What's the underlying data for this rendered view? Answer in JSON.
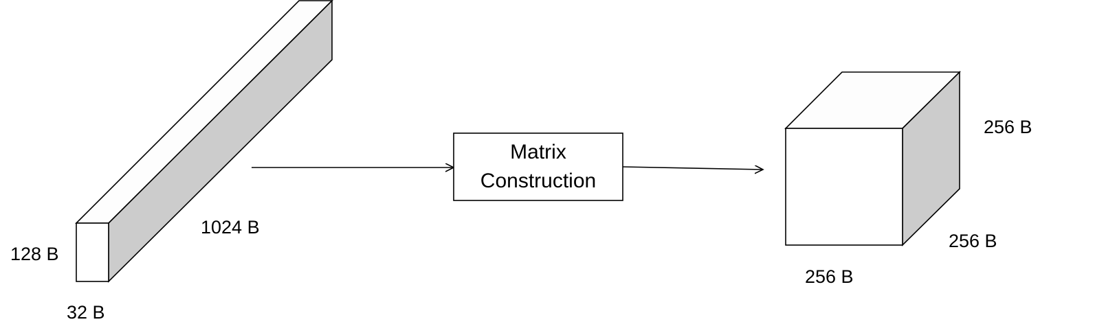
{
  "colors": {
    "stroke": "#000000",
    "face_light": "#ffffff",
    "face_top": "#fdfdfd",
    "face_shaded": "#cccccc"
  },
  "input_block": {
    "height_label": "128 B",
    "width_label": "32 B",
    "length_label": "1024 B"
  },
  "process_box": {
    "line1": "Matrix",
    "line2": "Construction"
  },
  "output_cube": {
    "height_label": "256 B",
    "depth_label": "256 B",
    "width_label": "256 B"
  }
}
